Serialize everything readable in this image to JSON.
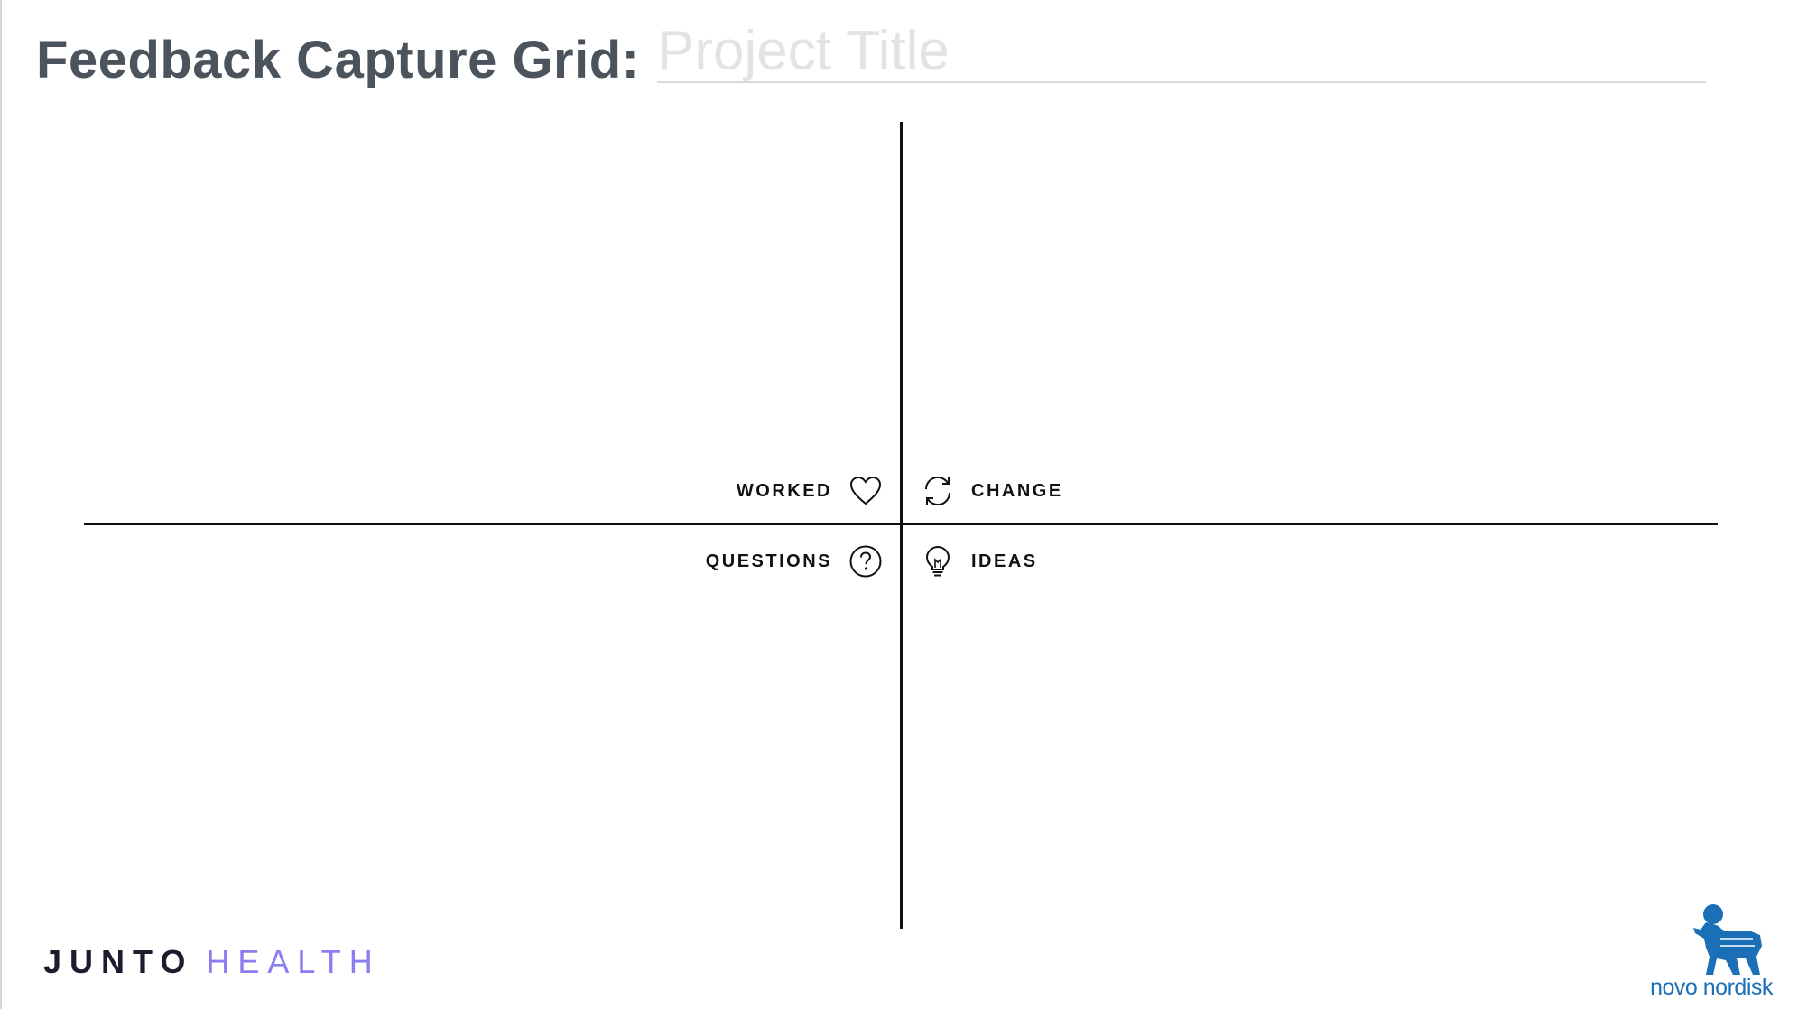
{
  "header": {
    "title": "Feedback Capture Grid:",
    "project_title_placeholder": "Project Title"
  },
  "quadrants": {
    "worked": {
      "label": "WORKED",
      "icon": "heart-icon"
    },
    "change": {
      "label": "CHANGE",
      "icon": "refresh-icon"
    },
    "questions": {
      "label": "QUESTIONS",
      "icon": "question-circle-icon"
    },
    "ideas": {
      "label": "IDEAS",
      "icon": "lightbulb-icon"
    }
  },
  "footer": {
    "junto_logo": {
      "part1": "JUNTO",
      "part2": "HEALTH"
    },
    "novo_logo": {
      "text": "novo nordisk"
    }
  },
  "colors": {
    "title": "#4b535c",
    "axis": "#111111",
    "junto_dark": "#1b1d2e",
    "junto_accent": "#8a7df0",
    "novo_blue": "#1a6fb7"
  }
}
